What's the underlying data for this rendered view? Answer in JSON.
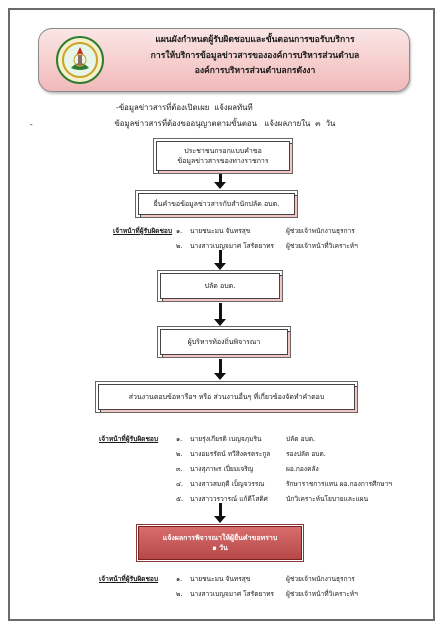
{
  "header": {
    "title_lines": [
      "แผนผังกำหนดผู้รับผิดชอบและขั้นตอนการขอรับบริการ",
      "การให้บริการข้อมูลข่าวสารขององค์การบริหารส่วนตำบล",
      "องค์การบริหารส่วนตำบลกรดังงา"
    ],
    "logo": "organization-seal"
  },
  "info_lines": [
    "-ข้อมูลข่าวสารที่ต้องเปิดเผย  แจ้งผลทันที",
    " ข้อมูลข่าวสารที่ต้องขออนุญาตตามขั้นตอน   แจ้งผลภายใน  ๓  วัน"
  ],
  "dash": "-",
  "steps": {
    "step1": [
      "ประชาชนกรอกแบบคำขอ",
      "ข้อมูลข่าวสารของทางราชการ"
    ],
    "step2": "ยื่นคำขอข้อมูลข่าวสารกับสำนักปลัด อบต.",
    "step3": "ปลัด อบต.",
    "step4": "ผู้บริหารท้องถิ่นพิจารณา",
    "step5": "ส่วนงานตอบข้อหารือฯ หรือ ส่วนงานอื่นๆ ที่เกี่ยวข้องจัดทำคำตอบ",
    "step6": [
      "แจ้งผลการพิจารณาให้ผู้ยื่นคำขอทราบ",
      "๑  วัน"
    ]
  },
  "responsible": {
    "heading": "เจ้าหน้าที่ผู้รับผิดชอบ",
    "group1": [
      {
        "no": "๑.",
        "name": "นายชนะมน  จันทรสุข",
        "role": "ผู้ช่วยเจ้าพนักงานธุรการ"
      },
      {
        "no": "๒.",
        "name": "นางสาวเบญจมาศ  โสรัตยาทร",
        "role": "ผู้ช่วยเจ้าหน้าที่วิเคราะห์ฯ"
      }
    ],
    "group2": [
      {
        "no": "๑.",
        "name": "นายรุ่งเกียรติ   เบญจภุมริน",
        "role": "ปลัด อบต."
      },
      {
        "no": "๒.",
        "name": "นางอมรรัตน์   ทวีสิงครตระกูล",
        "role": "รองปลัด อบต."
      },
      {
        "no": "๓.",
        "name": "นางสุภาพร   เปี่ยมเจริญ",
        "role": "ผอ.กองคลัง"
      },
      {
        "no": "๔.",
        "name": "นางสาวสมฤดี   เบ็ญจวรรณ",
        "role": "รักษาราชการแทน ผอ.กองการศึกษาฯ"
      },
      {
        "no": "๕.",
        "name": "นางสาววรวารณ์  แก้ดีโสติศ",
        "role": "นักวิเคราะห์นโยบายและแผน"
      }
    ],
    "group3": [
      {
        "no": "๑.",
        "name": "นายชนะมน  จันทรสุข",
        "role": "ผู้ช่วยเจ้าพนักงานธุรการ"
      },
      {
        "no": "๒.",
        "name": "นางสาวเบญจมาศ  โสรัตยาทร",
        "role": "ผู้ช่วยเจ้าหน้าที่วิเคราะห์ฯ"
      }
    ]
  }
}
